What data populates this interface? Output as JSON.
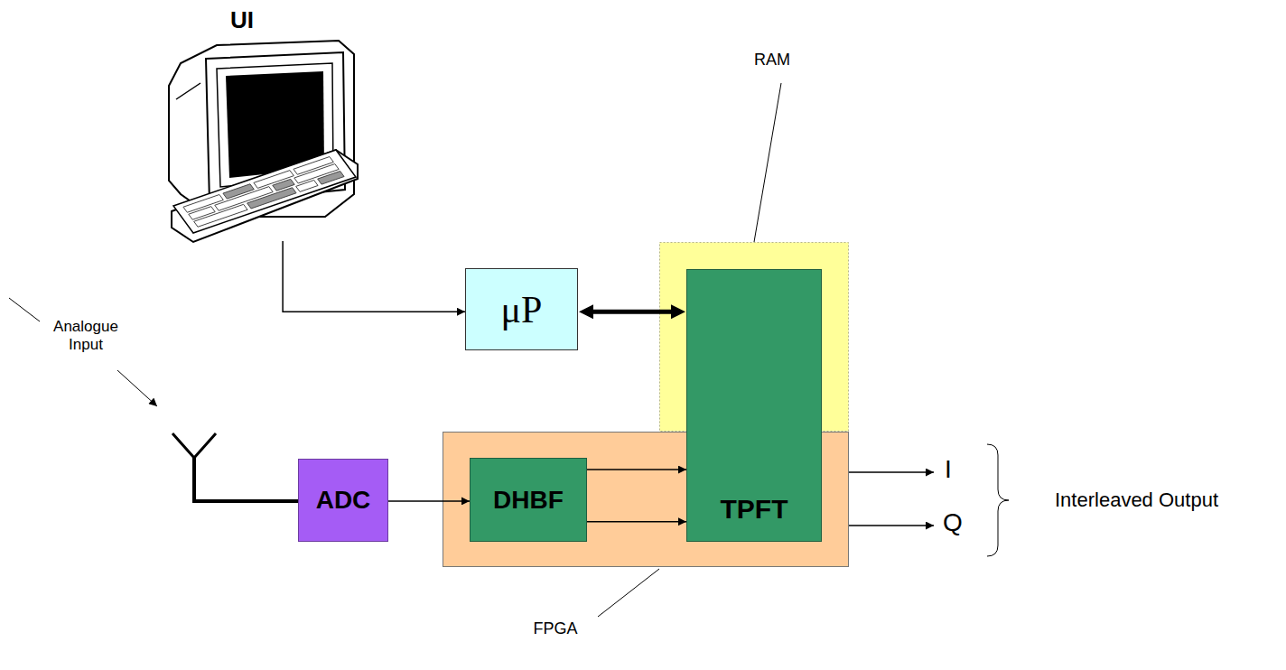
{
  "diagram": {
    "nodes": [
      {
        "text": [
          "UI"
        ]
      },
      {
        "text": [
          "μP"
        ]
      },
      {
        "text": [
          "RAM"
        ]
      },
      {
        "text": [
          "TPFT"
        ]
      },
      {
        "text": [
          "ADC"
        ]
      },
      {
        "text": [
          "FPGA"
        ]
      },
      {
        "text": [
          "DHBF"
        ],
        "in": 5
      }
    ],
    "edges": [
      {
        "from": 0,
        "to": 1,
        "arrow": "to"
      },
      {
        "from": 1,
        "to": 3,
        "arrow": "both"
      },
      {
        "from": 4,
        "to": 6,
        "arrow": "to"
      },
      {
        "from": 6,
        "to": 3,
        "arrow": "to"
      },
      {
        "from": 6,
        "to": 3,
        "arrow": "to"
      }
    ],
    "labels": [
      "Analogue Input",
      "I",
      "Q",
      "Interleaved Output"
    ]
  }
}
